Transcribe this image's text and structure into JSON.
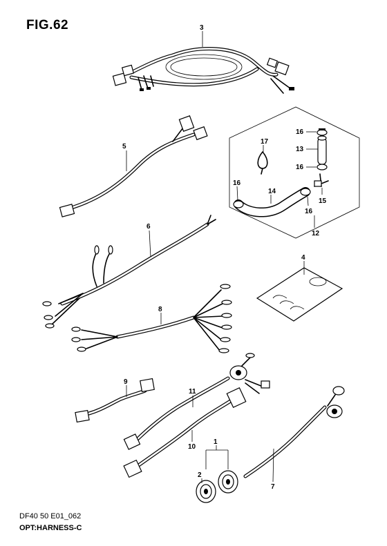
{
  "figure": {
    "title": "FIG.62"
  },
  "footer": {
    "code": "DF40 50 E01_062",
    "section": "OPT:HARNESS-C"
  },
  "callouts": {
    "c1": "1",
    "c2": "2",
    "c3": "3",
    "c4": "4",
    "c5": "5",
    "c6": "6",
    "c7": "7",
    "c8": "8",
    "c9": "9",
    "c10": "10",
    "c11": "11",
    "c12": "12",
    "c13": "13",
    "c14": "14",
    "c15": "15",
    "c16a": "16",
    "c16b": "16",
    "c16c": "16",
    "c16d": "16",
    "c17": "17"
  }
}
